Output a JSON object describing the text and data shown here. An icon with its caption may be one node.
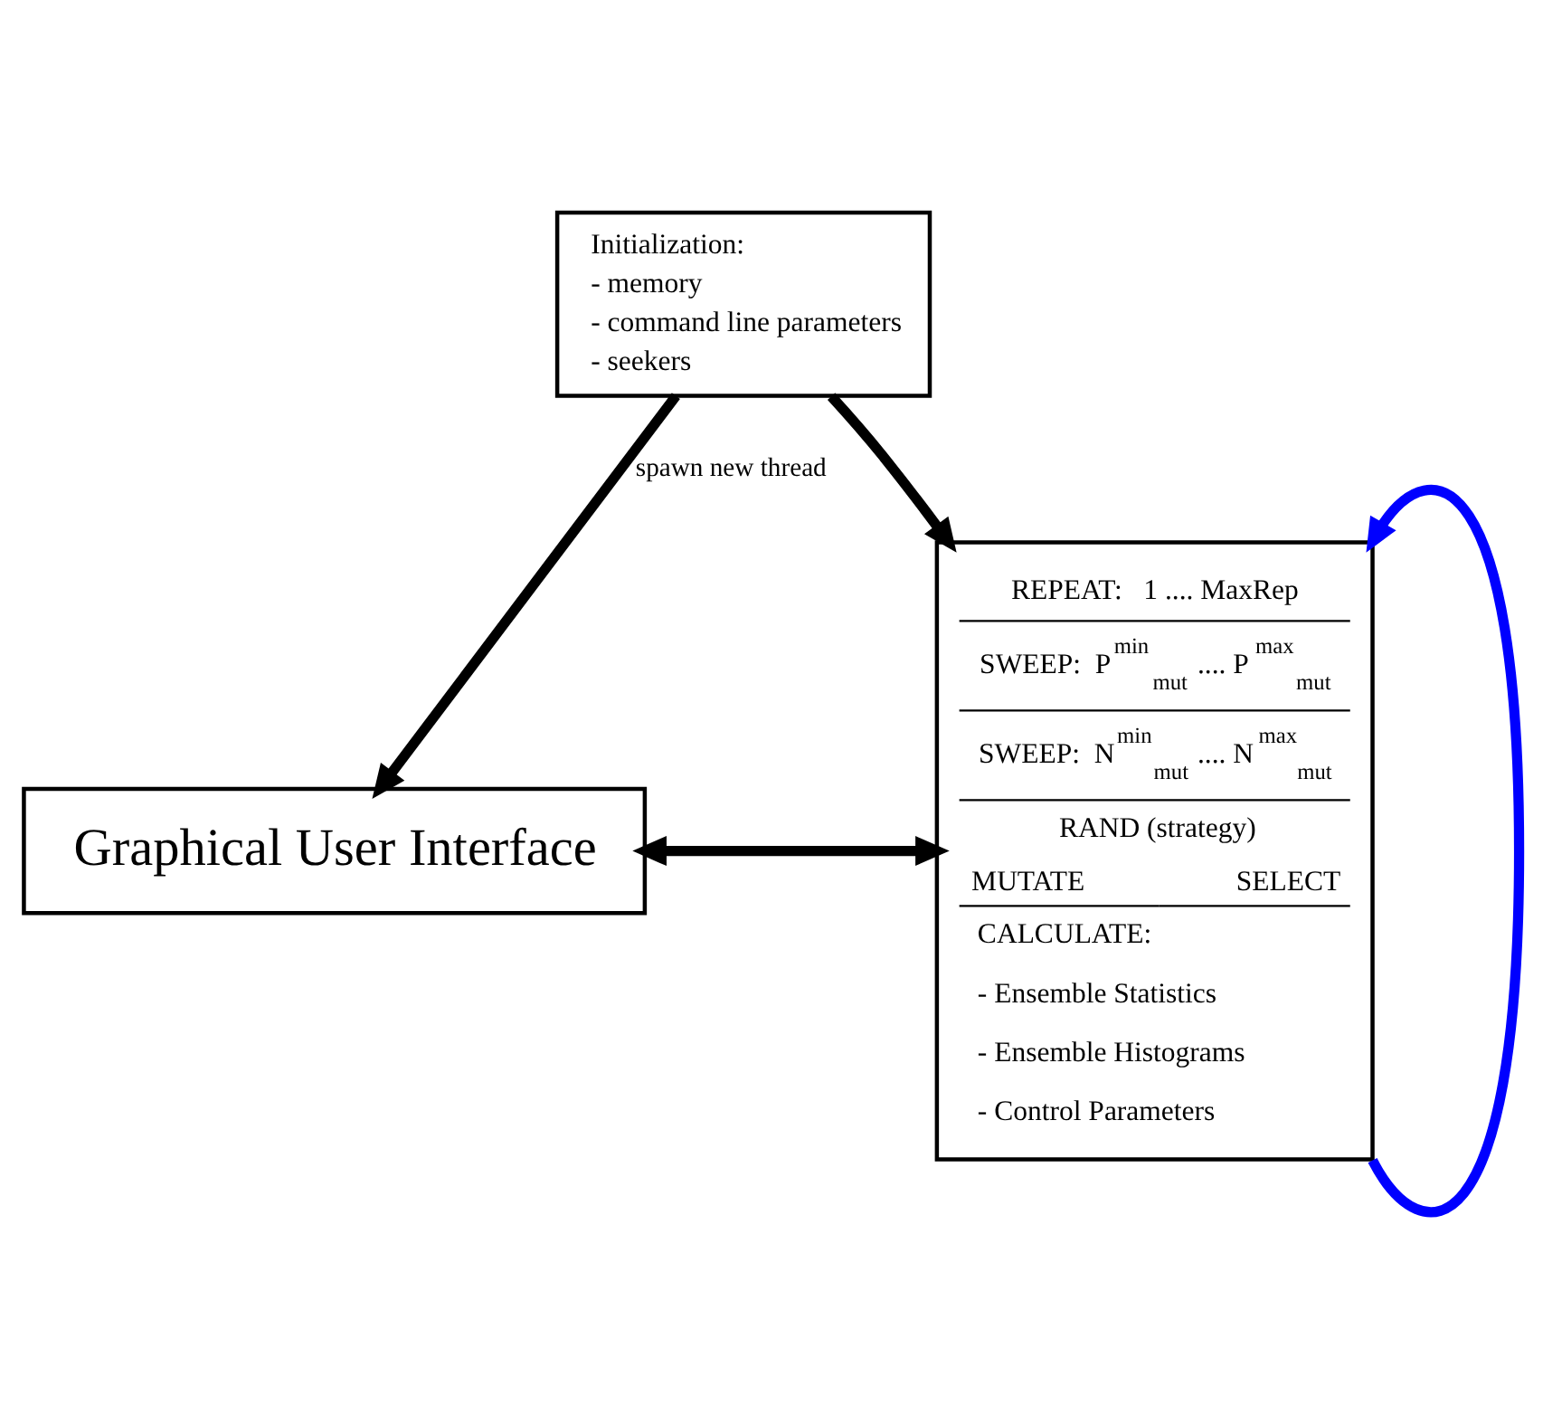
{
  "diagram": {
    "nodes": [
      {
        "text": [
          "Initialization:",
          "- memory",
          "- command line parameters",
          "- seekers"
        ]
      },
      {
        "text": [
          "REPEAT:   1 .... MaxRep",
          "SWEEP:  P$^{min}$$_{mut}$ .... P$^{max}$$_{mut}$",
          "SWEEP:  N$^{min}$$_{mut}$ .... N$^{max}$$_{mut}$",
          "RAND (strategy)",
          "MUTATE",
          "SELECT",
          "CALCULATE:",
          "- Ensemble Statistics",
          "- Ensemble Histograms",
          "- Control Parameters"
        ]
      },
      {
        "text": [
          "Graphical User Interface"
        ]
      }
    ],
    "edges": [
      {
        "from": 0,
        "to": 1,
        "arrow": "to"
      },
      {
        "from": 0,
        "to": 2,
        "arrow": "to",
        "label": "spawn new thread"
      },
      {
        "from": 2,
        "to": 1,
        "arrow": "both"
      },
      {
        "from": 1,
        "to": 1,
        "arrow": "to",
        "color": "#0000ff"
      }
    ]
  }
}
